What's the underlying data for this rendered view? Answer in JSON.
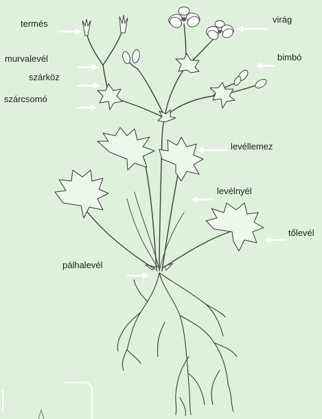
{
  "labels": {
    "termes": "termés",
    "murvalevel": "murvalevél",
    "szarkoz": "szárköz",
    "szarcsomo": "szárcsomó",
    "virag": "virág",
    "bimbo": "bimbó",
    "levellemez": "levéllemez",
    "levelnyel": "levélnyél",
    "tolevel": "tőlevél",
    "palhalevel": "pálhalevél"
  },
  "colors": {
    "background": "#dff0dd",
    "arrow": "#ffffff",
    "ink": "#333333"
  }
}
